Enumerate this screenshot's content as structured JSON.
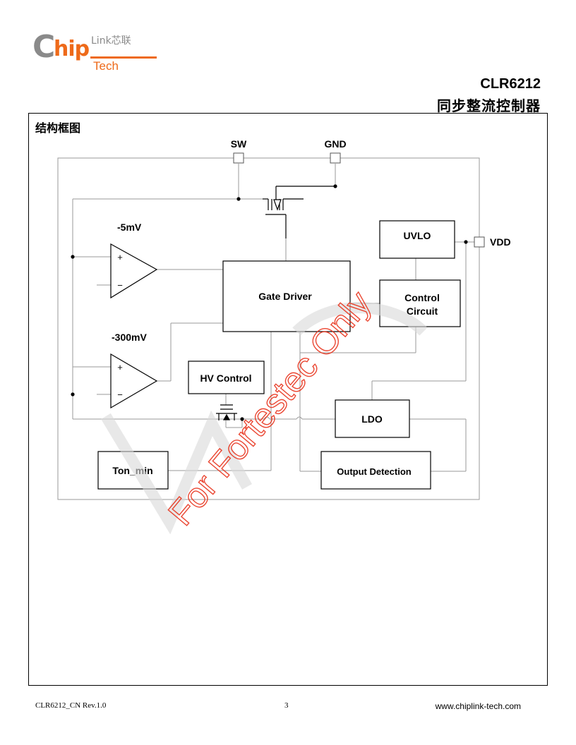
{
  "logo": {
    "c": "C",
    "hip": "hip",
    "link": "Link芯联",
    "tech": "Tech"
  },
  "header": {
    "part_number": "CLR6212",
    "subtitle": "同步整流控制器"
  },
  "section_title": "结构框图",
  "diagram": {
    "pins": {
      "sw": "SW",
      "gnd": "GND",
      "vdd": "VDD"
    },
    "comparators": [
      {
        "threshold": "-5mV",
        "plus": "+",
        "minus": "−"
      },
      {
        "threshold": "-300mV",
        "plus": "+",
        "minus": "−"
      }
    ],
    "blocks": {
      "gate_driver": "Gate Driver",
      "uvlo": "UVLO",
      "control_line1": "Control",
      "control_line2": "Circuit",
      "hv_control": "HV Control",
      "ldo": "LDO",
      "ton_min": "Ton_min",
      "output_detection": "Output Detection"
    },
    "watermark": "For Fortestec Only",
    "colors": {
      "watermark": "#e8331c",
      "wire": "#9a9a9a",
      "box": "#000000"
    }
  },
  "footer": {
    "doc_id": "CLR6212_CN Rev.1.0",
    "page": "3",
    "website": "www.chiplink-tech.com"
  }
}
